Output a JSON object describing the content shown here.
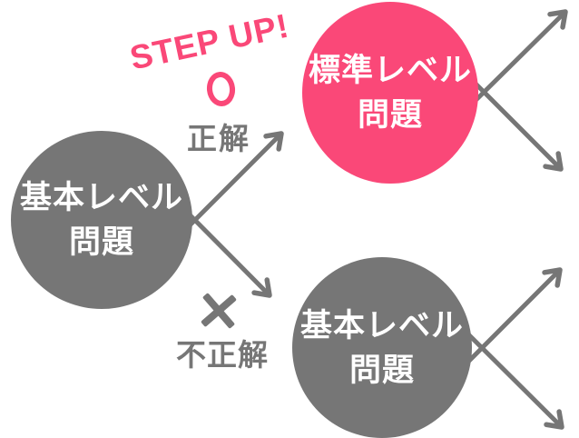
{
  "colors": {
    "pink": "#fa4878",
    "gray": "#767676",
    "text_on_circle": "#ffffff",
    "background": "#ffffff"
  },
  "step_up": {
    "label": "STEP UP!"
  },
  "branches": {
    "correct": {
      "icon": "maru-circle-icon",
      "label": "正解"
    },
    "incorrect": {
      "icon": "batsu-cross-icon",
      "label": "不正解"
    }
  },
  "circles": {
    "start_basic": {
      "line1": "基本レベル",
      "line2": "問題"
    },
    "standard": {
      "line1": "標準レベル",
      "line2": "問題"
    },
    "repeat_basic": {
      "line1": "基本レベル",
      "line2": "問題"
    }
  }
}
